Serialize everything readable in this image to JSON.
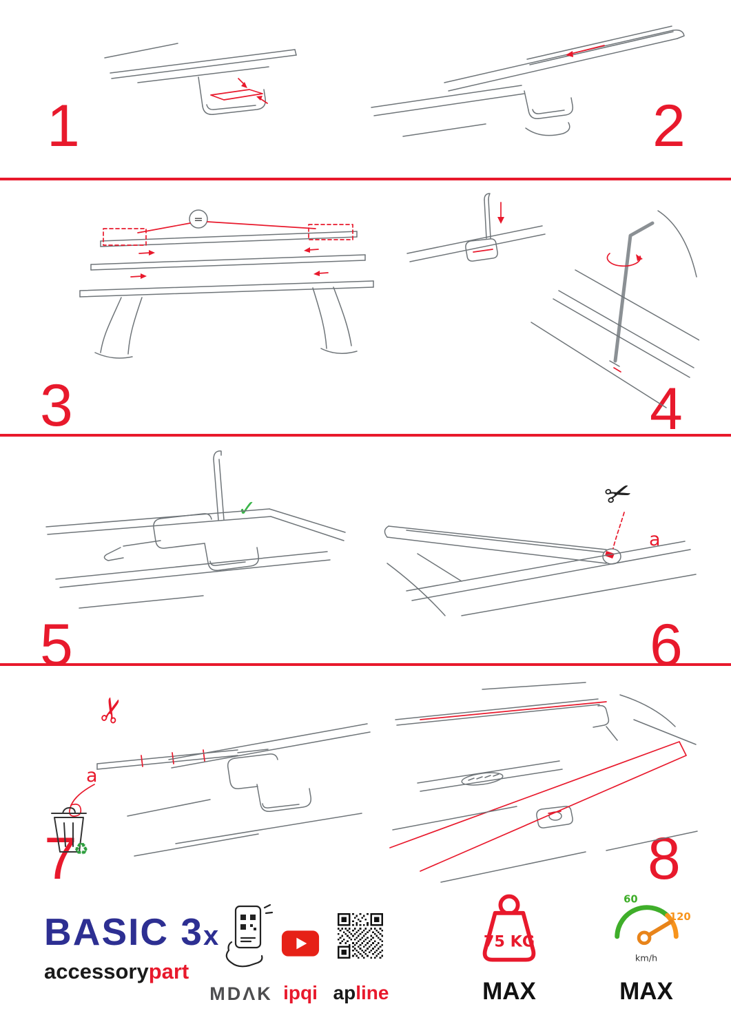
{
  "colors": {
    "accent_red": "#e8192c",
    "brand_blue": "#2d2f92",
    "check_green": "#3bb54a",
    "recycle_green": "#2e9e3e",
    "gauge_green": "#3fae2a",
    "gauge_orange": "#f7941d",
    "youtube_red": "#e62117"
  },
  "steps": [
    {
      "number": "1"
    },
    {
      "number": "2"
    },
    {
      "number": "3"
    },
    {
      "number": "4"
    },
    {
      "number": "5"
    },
    {
      "number": "6"
    },
    {
      "number": "7"
    },
    {
      "number": "8"
    }
  ],
  "annotations": {
    "equals": "=",
    "label_a": "a"
  },
  "icons": {
    "scissors": "✂",
    "recycle": "♻",
    "checkmark": "✓"
  },
  "footer": {
    "brand": {
      "title": "BASIC 3",
      "title_suffix": "x",
      "subtitle_primary": "accessory",
      "subtitle_accent": "part"
    },
    "partners": {
      "mdak": "MDΛK",
      "ipqi": "ipqi",
      "apline_primary": "ap",
      "apline_accent": "line"
    },
    "weight_limit": {
      "value": "75 KG",
      "label": "MAX"
    },
    "speed_limit": {
      "tick_low": "60",
      "tick_high": "120",
      "unit": "km/h",
      "label": "MAX"
    }
  }
}
